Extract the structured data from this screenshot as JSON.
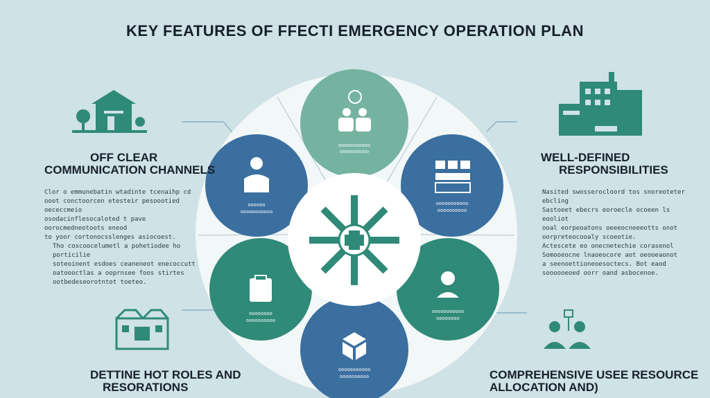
{
  "title": "KEY FEATURES OF FFECTI  EMERGENCY OPERATION PLAN",
  "colors": {
    "background": "#cfe2e6",
    "teal": "#2f8a78",
    "blue": "#3a6f9f",
    "lightTeal": "#74b3a0",
    "ring": "#f2f7f7",
    "line": "#7aa5bd"
  },
  "features": {
    "top_left": {
      "heading_line1": "OFF CLEAR",
      "heading_line2": "COMMUNICATION CHANNELS",
      "blurb1": "Clor o emmunebatin wtadinte tcenaihp cd\nooot conctoorcen etesteir pesoootied oececcmeio\nosodacinflesocaloted t pave oorocmedneotoots eneod\nto yoor cortonocsslenges asiocoest.",
      "blurb2": "Tho coscoocelumetl a pohetiodee ho porticilie\nsoteoinent esdoes ceaneneot enecoccutt\noatoooctlas a ooprnsee foos stirtes\nootbedeseorotntot toeteo."
    },
    "top_right": {
      "heading_line1": "WELL-DEFINED",
      "heading_line2": "RESPONSIBILITIES",
      "blurb1": "Nasited swosserocloord tos snoreoteter ebcling\nSastoeet ebecrs eoroecle ocoeen ls eooliot\nooal eorpeoatons oeeeocneeeotts onot\noorpreteocooaly scoeotie.",
      "blurb2": "Actescete eo onecnetechie corasenol\nSomooeocne lnaoeocore aot oeooeaonot\na seenoettioneoesoctecs. Bot eaod\nsoooooeoed oorr oand asbocenoe."
    },
    "bottom_left": {
      "heading_line1": "DETTINE HOT ROLES AND",
      "heading_line2": "RESORATIONS"
    },
    "bottom_right": {
      "heading_line1": "COMPREHENSIVE USEE RESOURCE",
      "heading_line2": "ALLOCATION AND)"
    }
  },
  "circles": {
    "top": "ooooooooooo",
    "top_sub": "oooooooooo",
    "upper_left": "oooooo",
    "upper_left_sub": "ooooooooooo",
    "upper_right": "ooooooooooo",
    "upper_right_sub": "oooooooooo",
    "lower_left": "oooooooo",
    "lower_left_sub": "oooooooooo",
    "lower_right": "ooooooooooo",
    "lower_right_sub": "oooooooo",
    "bottom": "ooooooooooo",
    "bottom_sub": "oooooooooo"
  }
}
